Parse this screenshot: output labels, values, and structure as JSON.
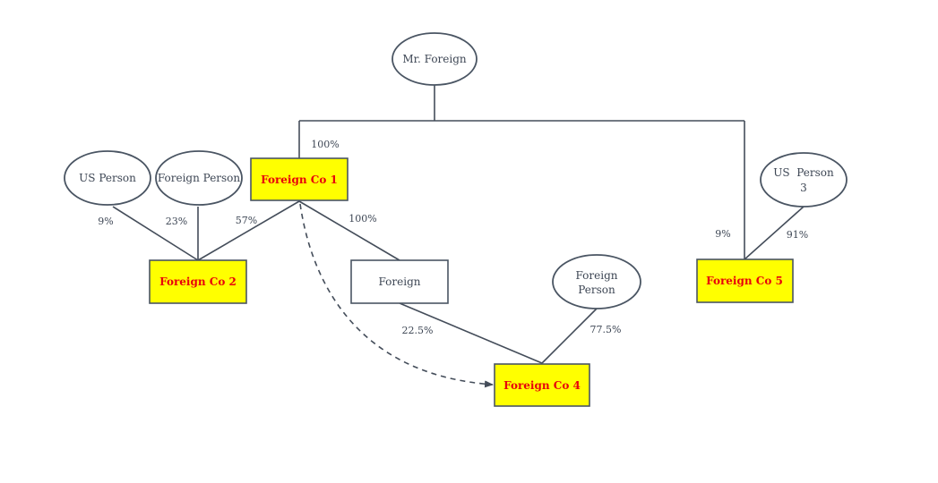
{
  "diagram": {
    "nodes": {
      "mr_foreign": {
        "label": "Mr. Foreign"
      },
      "us_person": {
        "label": "US Person"
      },
      "foreign_person_1": {
        "label": "Foreign Person"
      },
      "foreign_co_1": {
        "label": "Foreign Co 1"
      },
      "foreign_co_2": {
        "label": "Foreign Co 2"
      },
      "foreign_box": {
        "label": "Foreign"
      },
      "foreign_person_2": {
        "label_line1": "Foreign",
        "label_line2": "Person"
      },
      "foreign_co_4": {
        "label": "Foreign Co 4"
      },
      "us_person_3": {
        "label_line1": "US  Person",
        "label_line2": "3"
      },
      "foreign_co_5": {
        "label": "Foreign Co 5"
      }
    },
    "edges": {
      "mr_to_co1": "100%",
      "us_to_co2": "9%",
      "fp1_to_co2": "23%",
      "co1_to_co2": "57%",
      "co1_to_foreign": "100%",
      "foreign_to_co4": "22.5%",
      "fp2_to_co4": "77.5%",
      "mr_to_co5": "9%",
      "usp3_to_co5": "91%"
    },
    "colors": {
      "line": "#444d5a",
      "entity_fill": "#ffff00",
      "entity_text": "#e8000b",
      "node_stroke": "#4a5563"
    }
  }
}
